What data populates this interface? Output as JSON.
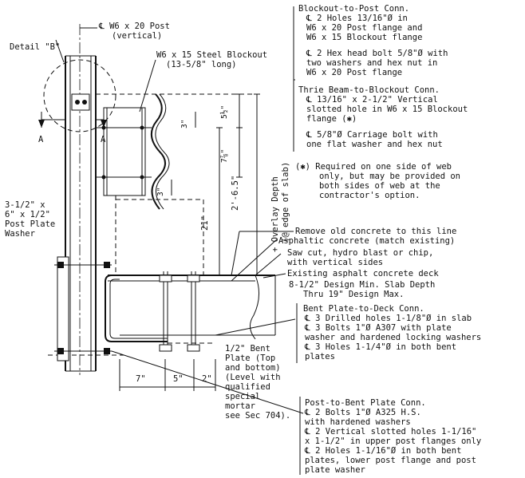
{
  "labels": {
    "post_title": "℄ W6 x 20 Post",
    "post_sub": "(vertical)",
    "detail_b": "Detail \"B\"",
    "blockout_title": "W6 x 15 Steel Blockout",
    "blockout_sub": "(13-5/8\" long)",
    "section_mark_a": "A",
    "washer_lines": [
      "3-1/2\" x",
      "6\" x 1/2\"",
      "Post Plate",
      "Washer"
    ],
    "remove_concrete": "Remove old concrete to this line",
    "asphaltic_concrete": "Asphaltic concrete (match existing)",
    "saw_cut": [
      "Saw cut, hydro blast or chip,",
      "with vertical sides"
    ],
    "existing_deck": "Existing asphalt concrete deck",
    "slab_depth": [
      "8-1/2\" Design Min. Slab Depth",
      "Thru 19\" Design Max."
    ],
    "bent_plate_label": [
      "1/2\" Bent",
      "Plate (Top",
      "and bottom)",
      "(Level with",
      "qualified",
      "special",
      "mortar",
      "see Sec 704)."
    ],
    "overlay_depth": [
      "+ Overlay Depth",
      "(@ edge of slab)"
    ]
  },
  "dimensions": {
    "d_5_1_2": "5½\"",
    "d_7_7_8": "7⅞\"",
    "d_3_top": "3\"",
    "d_3_bot": "3\"",
    "d_2_6_5": "2'-6.5\"",
    "d_21": "21\"",
    "d_7": "7\"",
    "d_5": "5\"",
    "d_2": "2\""
  },
  "notes": {
    "blockout_to_post": [
      "Blockout-to-Post Conn.",
      "℄ 2 Holes 13/16\"Ø in",
      "W6 x 20 Post flange and",
      "W6 x 15 Blockout flange"
    ],
    "hex_bolt": [
      "℄ 2 Hex head bolt 5/8\"Ø with",
      "two washers and hex nut in",
      "W6 x 20 Post flange"
    ],
    "thrie_beam": [
      "Thrie Beam-to-Blockout Conn.",
      "℄ 13/16\" x 2-1/2\" Vertical",
      "slotted hole in W6 x 15 Blockout",
      "flange (✱)"
    ],
    "carriage_bolt": [
      "℄ 5/8\"Ø Carriage bolt with",
      "one flat washer and hex nut"
    ],
    "required_note": [
      "(✱) Required on one side of web",
      "only, but may be provided on",
      "both sides of web at the",
      "contractor's option."
    ],
    "bent_plate_to_deck": [
      "Bent Plate-to-Deck Conn.",
      "℄ 3 Drilled holes 1-1/8\"Ø in slab",
      "℄ 3 Bolts 1\"Ø A307 with plate",
      "washer and hardened locking washers",
      "℄ 3 Holes 1-1/4\"Ø in both bent",
      "plates"
    ],
    "post_to_bent": [
      "Post-to-Bent Plate Conn.",
      "℄ 2 Bolts 1\"Ø A325 H.S.",
      "with hardened washers",
      "℄ 2 Vertical slotted holes 1-1/16\"",
      "x 1-1/2\" in upper post flanges only",
      "℄ 2 Holes 1-1/16\"Ø in both bent",
      "plates, lower post flange and post",
      "plate washer"
    ]
  }
}
